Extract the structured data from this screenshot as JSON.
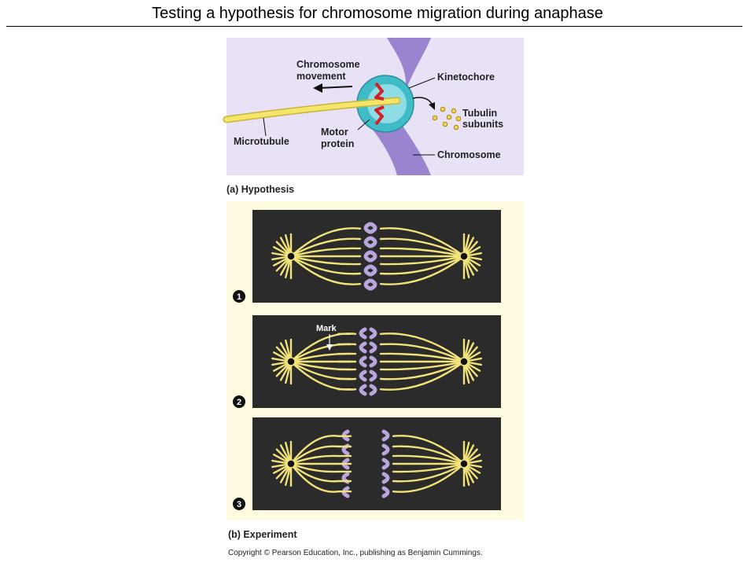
{
  "title": "Testing a hypothesis for chromosome migration during anaphase",
  "panel_a": {
    "labels": {
      "chromosome_movement_line1": "Chromosome",
      "chromosome_movement_line2": "movement",
      "kinetochore": "Kinetochore",
      "tubulin_line1": "Tubulin",
      "tubulin_line2": "subunits",
      "microtubule": "Microtubule",
      "motor_line1": "Motor",
      "motor_line2": "protein",
      "chromosome": "Chromosome"
    },
    "caption": "(a) Hypothesis"
  },
  "panel_b": {
    "steps": [
      "1",
      "2",
      "3"
    ],
    "mark_label": "Mark",
    "caption": "(b) Experiment"
  },
  "copyright": "Copyright © Pearson Education, Inc., publishing as Benjamin Cummings.",
  "colors": {
    "panel_a_bg": "#e9e1f5",
    "panel_b_bg": "#fffbe0",
    "spindle_bg": "#2b2b2b",
    "microtubule": "#f2e27a",
    "chromosome": "#9b84cf",
    "kinetochore": "#3fbcc7",
    "motor": "#d41f26"
  }
}
